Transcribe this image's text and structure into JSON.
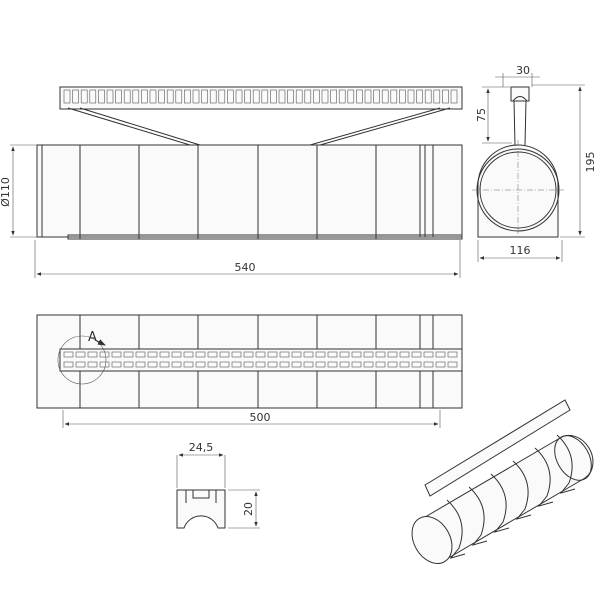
{
  "drawing": {
    "front_view": {
      "length_label": "540",
      "diameter_label": "Ø110"
    },
    "side_view": {
      "width_top_label": "30",
      "grate_height_label": "75",
      "total_height_label": "195",
      "base_width_label": "116"
    },
    "plan_view": {
      "length_label": "500",
      "detail_marker": "A"
    },
    "detail_a": {
      "width_label": "24,5",
      "height_label": "20"
    }
  }
}
